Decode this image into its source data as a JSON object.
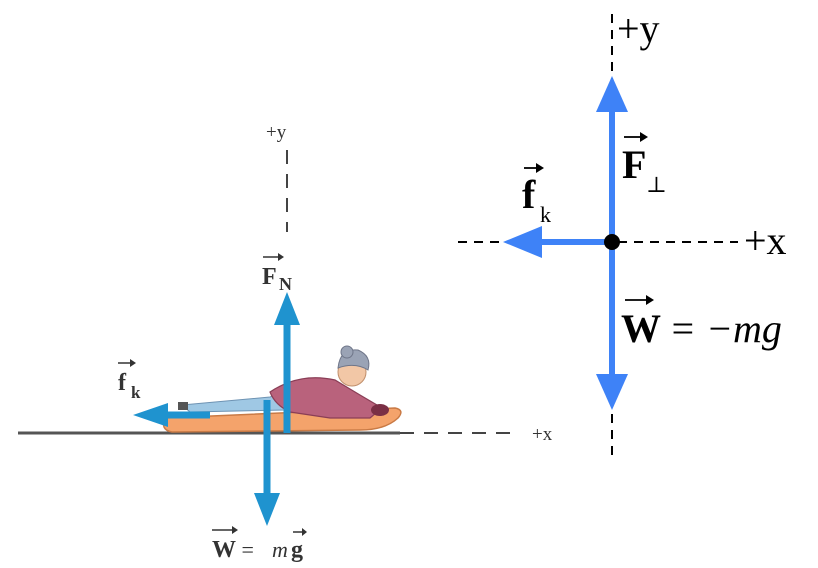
{
  "left_diagram": {
    "y_axis_label": "+y",
    "x_axis_label": "+x",
    "normal_force": {
      "symbol": "F",
      "subscript": "N"
    },
    "friction": {
      "symbol": "f",
      "subscript": "k"
    },
    "weight": {
      "lhs": "W",
      "eq": " = ",
      "m": "m",
      "g": "g"
    }
  },
  "right_diagram": {
    "y_axis_label": "+y",
    "x_axis_label": "+x",
    "perp_force": {
      "symbol": "F",
      "subscript": "⊥"
    },
    "friction": {
      "symbol": "f",
      "subscript": "k"
    },
    "weight": {
      "lhs": "W",
      "rhs": " = −mg"
    }
  },
  "colors": {
    "left_arrow": "#1f93cf",
    "right_arrow": "#3e82f7",
    "sled": "#f4a36b",
    "jacket": "#b9627c",
    "hat": "#9aa3b5",
    "ground": "#555555"
  }
}
